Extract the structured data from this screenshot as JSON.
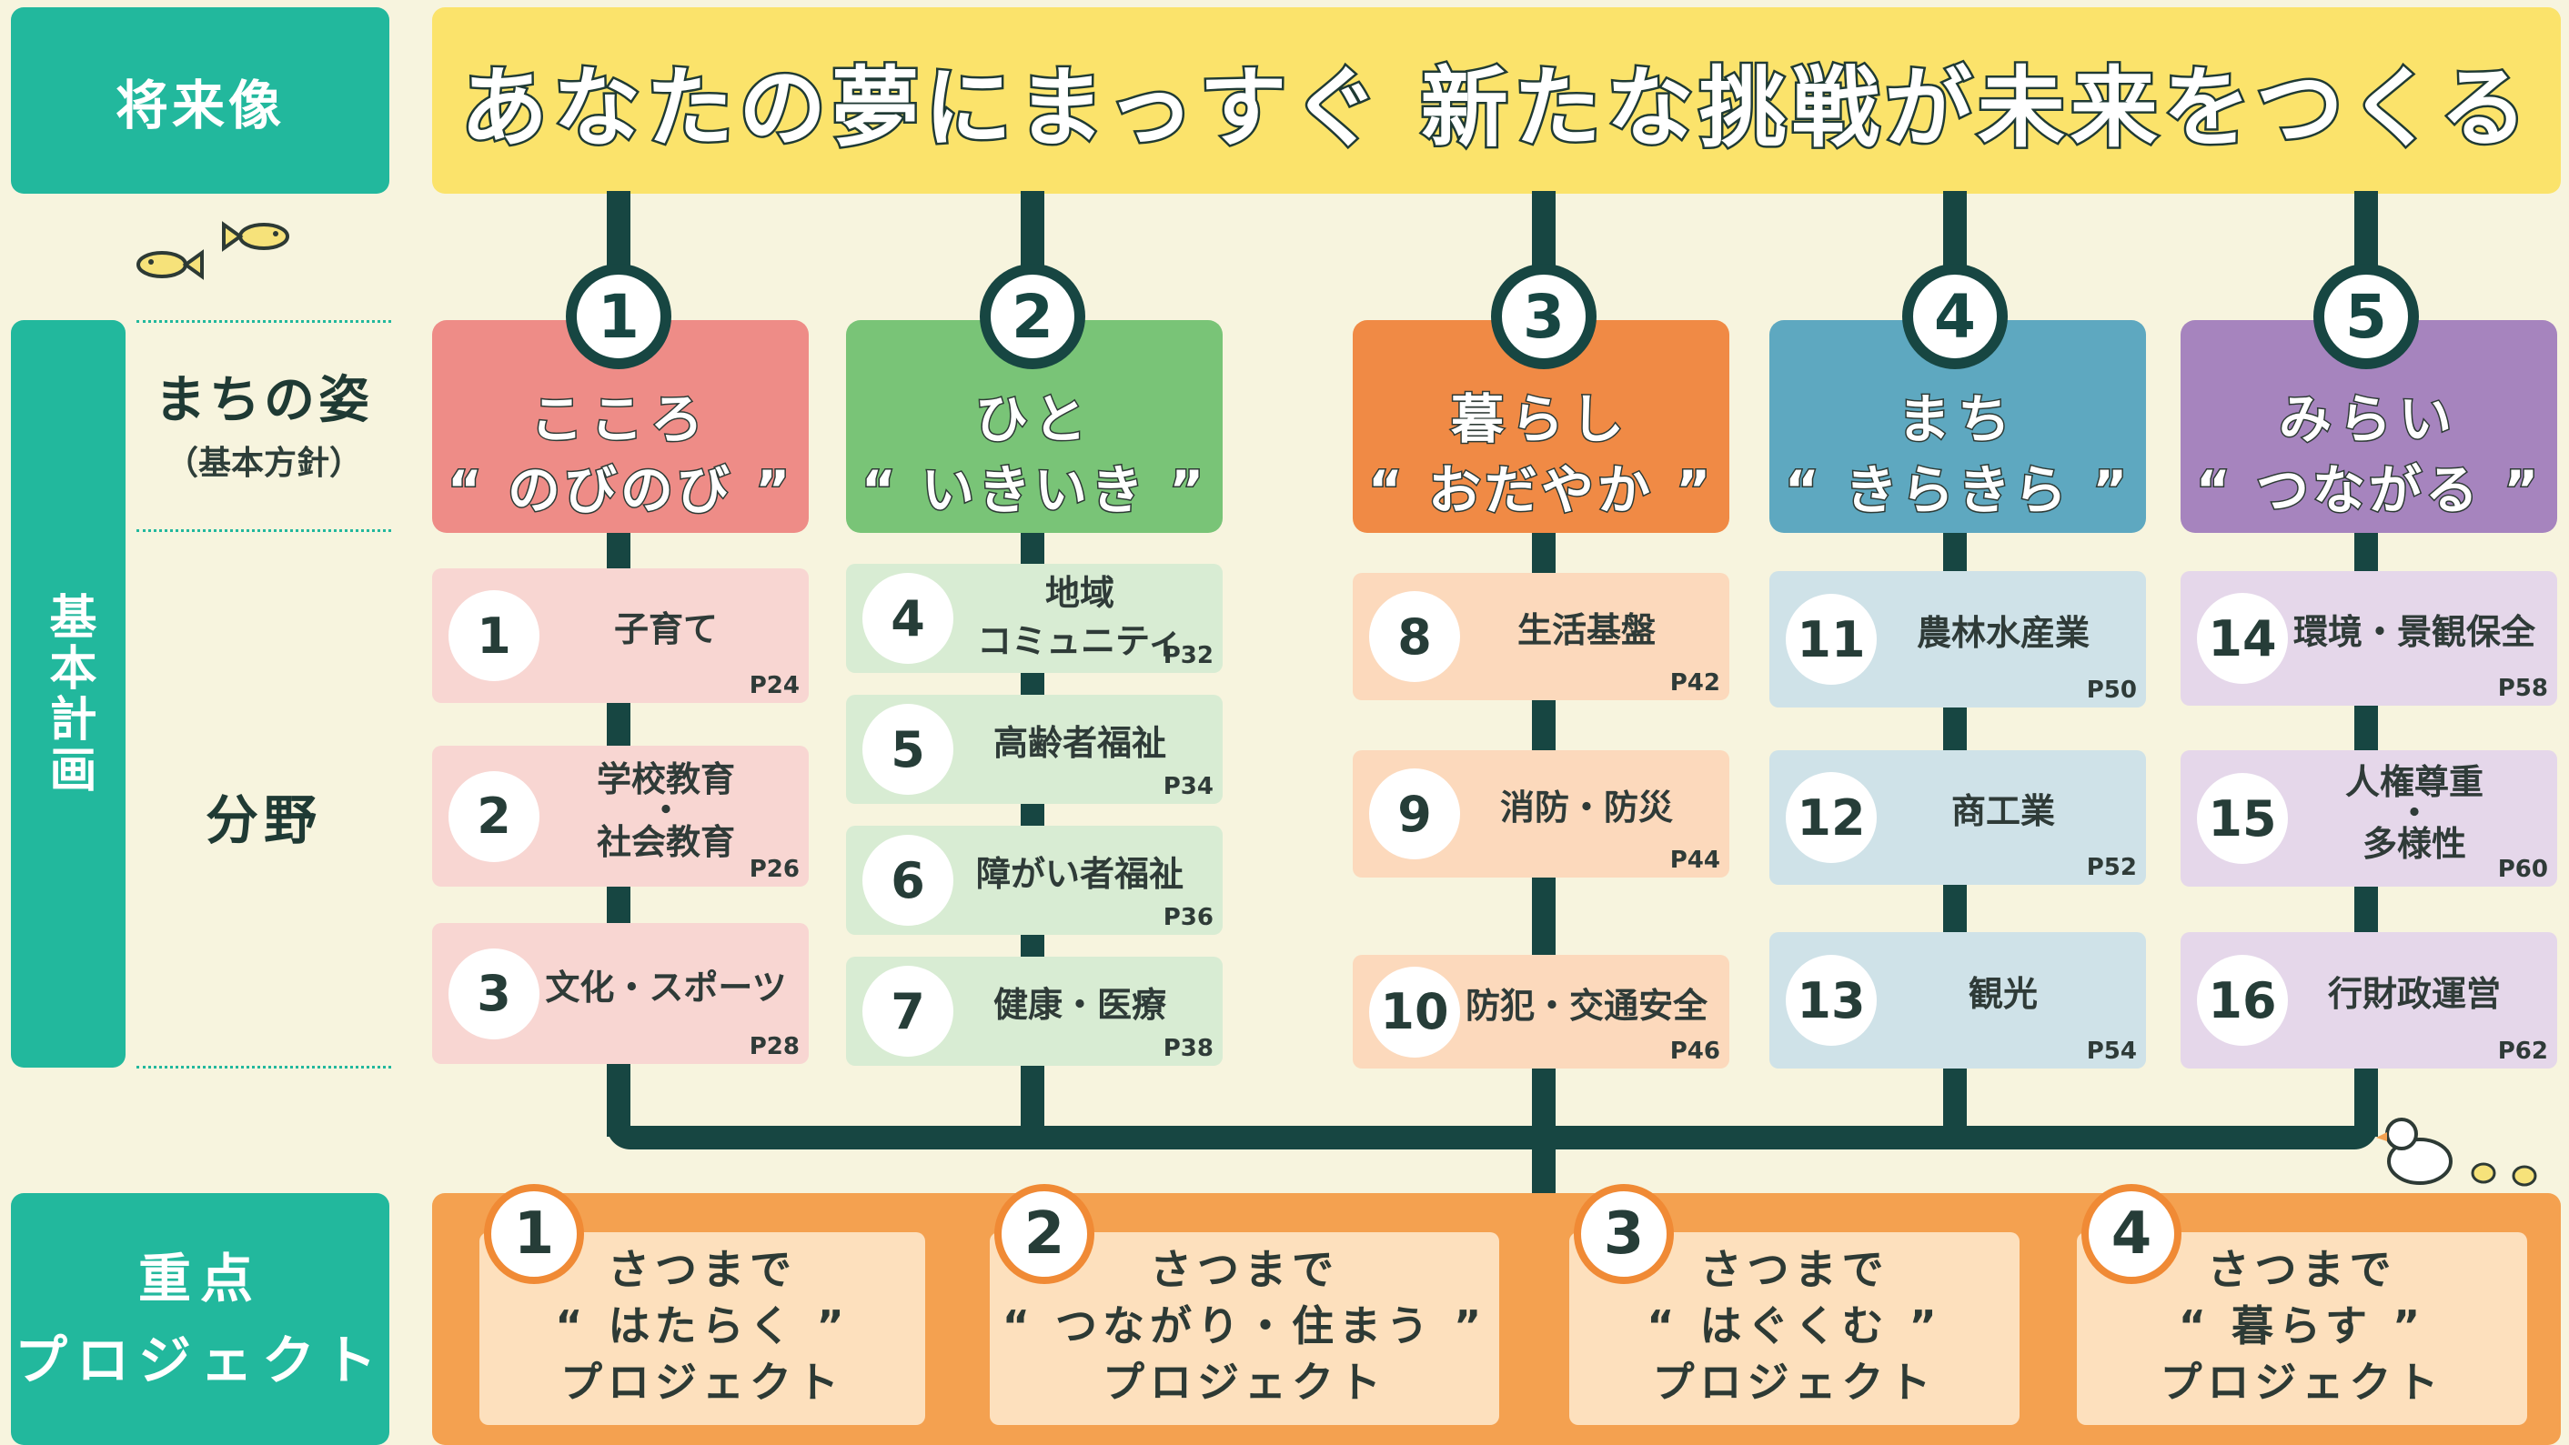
{
  "labels": {
    "vision": "将来像",
    "plan": "基本計画",
    "project": "重点\nプロジェクト",
    "sugata": "まちの姿",
    "sugata_sub": "（基本方針）",
    "bunya": "分野"
  },
  "vision_text": "あなたの夢にまっすぐ 新たな挑戦が未来をつくる",
  "pillars": [
    {
      "num": "1",
      "line1": "こころ",
      "line2": "“ のびのび ”",
      "color": "#ee8c87",
      "field_color": "#f8d6d2"
    },
    {
      "num": "2",
      "line1": "ひと",
      "line2": "“ いきいき ”",
      "color": "#79c477",
      "field_color": "#d8ecd3"
    },
    {
      "num": "3",
      "line1": "暮らし",
      "line2": "“ おだやか ”",
      "color": "#f08a45",
      "field_color": "#fcd9bc"
    },
    {
      "num": "4",
      "line1": "まち",
      "line2": "“ きらきら ”",
      "color": "#5ea8c0",
      "field_color": "#cfe2e8"
    },
    {
      "num": "5",
      "line1": "みらい",
      "line2": "“ つながる ”",
      "color": "#a684be",
      "field_color": "#e5d7ea"
    }
  ],
  "fields": [
    [
      {
        "num": "1",
        "label": "子育て",
        "page": "P24"
      },
      {
        "num": "2",
        "label": "学校教育\n・\n社会教育",
        "page": "P26"
      },
      {
        "num": "3",
        "label": "文化・スポーツ",
        "page": "P28"
      }
    ],
    [
      {
        "num": "4",
        "label": "地域\nコミュニティ",
        "page": "P32"
      },
      {
        "num": "5",
        "label": "高齢者福祉",
        "page": "P34"
      },
      {
        "num": "6",
        "label": "障がい者福祉",
        "page": "P36"
      },
      {
        "num": "7",
        "label": "健康・医療",
        "page": "P38"
      }
    ],
    [
      {
        "num": "8",
        "label": "生活基盤",
        "page": "P42"
      },
      {
        "num": "9",
        "label": "消防・防災",
        "page": "P44"
      },
      {
        "num": "10",
        "label": "防犯・交通安全",
        "page": "P46"
      }
    ],
    [
      {
        "num": "11",
        "label": "農林水産業",
        "page": "P50"
      },
      {
        "num": "12",
        "label": "商工業",
        "page": "P52"
      },
      {
        "num": "13",
        "label": "観光",
        "page": "P54"
      }
    ],
    [
      {
        "num": "14",
        "label": "環境・景観保全",
        "page": "P58"
      },
      {
        "num": "15",
        "label": "人権尊重\n・\n多様性",
        "page": "P60"
      },
      {
        "num": "16",
        "label": "行財政運営",
        "page": "P62"
      }
    ]
  ],
  "projects": [
    {
      "num": "1",
      "text": "さつまで\n“ はたらく ”\nプロジェクト"
    },
    {
      "num": "2",
      "text": "さつまで\n“ つながり・住まう ”\nプロジェクト"
    },
    {
      "num": "3",
      "text": "さつまで\n“ はぐくむ ”\nプロジェクト"
    },
    {
      "num": "4",
      "text": "さつまで\n“ 暮らす ”\nプロジェクト"
    }
  ]
}
